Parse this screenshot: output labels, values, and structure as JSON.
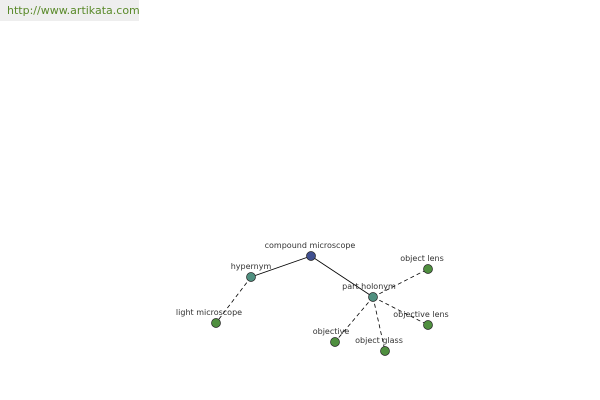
{
  "banner": {
    "url": "http://www.artikata.com"
  },
  "colors": {
    "root_node": "#3f4f8f",
    "relation_node": "#4f8f7f",
    "leaf_node": "#4f8f3f",
    "edge": "#000000",
    "url_text": "#5a8a2a"
  },
  "graph": {
    "root": "compound microscope",
    "relations": [
      {
        "id": "hypernym",
        "label": "hypernym",
        "children": [
          "light microscope"
        ]
      },
      {
        "id": "part-holonym",
        "label": "part holonym",
        "children": [
          "object lens",
          "objective lens",
          "object glass",
          "objective"
        ]
      }
    ]
  }
}
